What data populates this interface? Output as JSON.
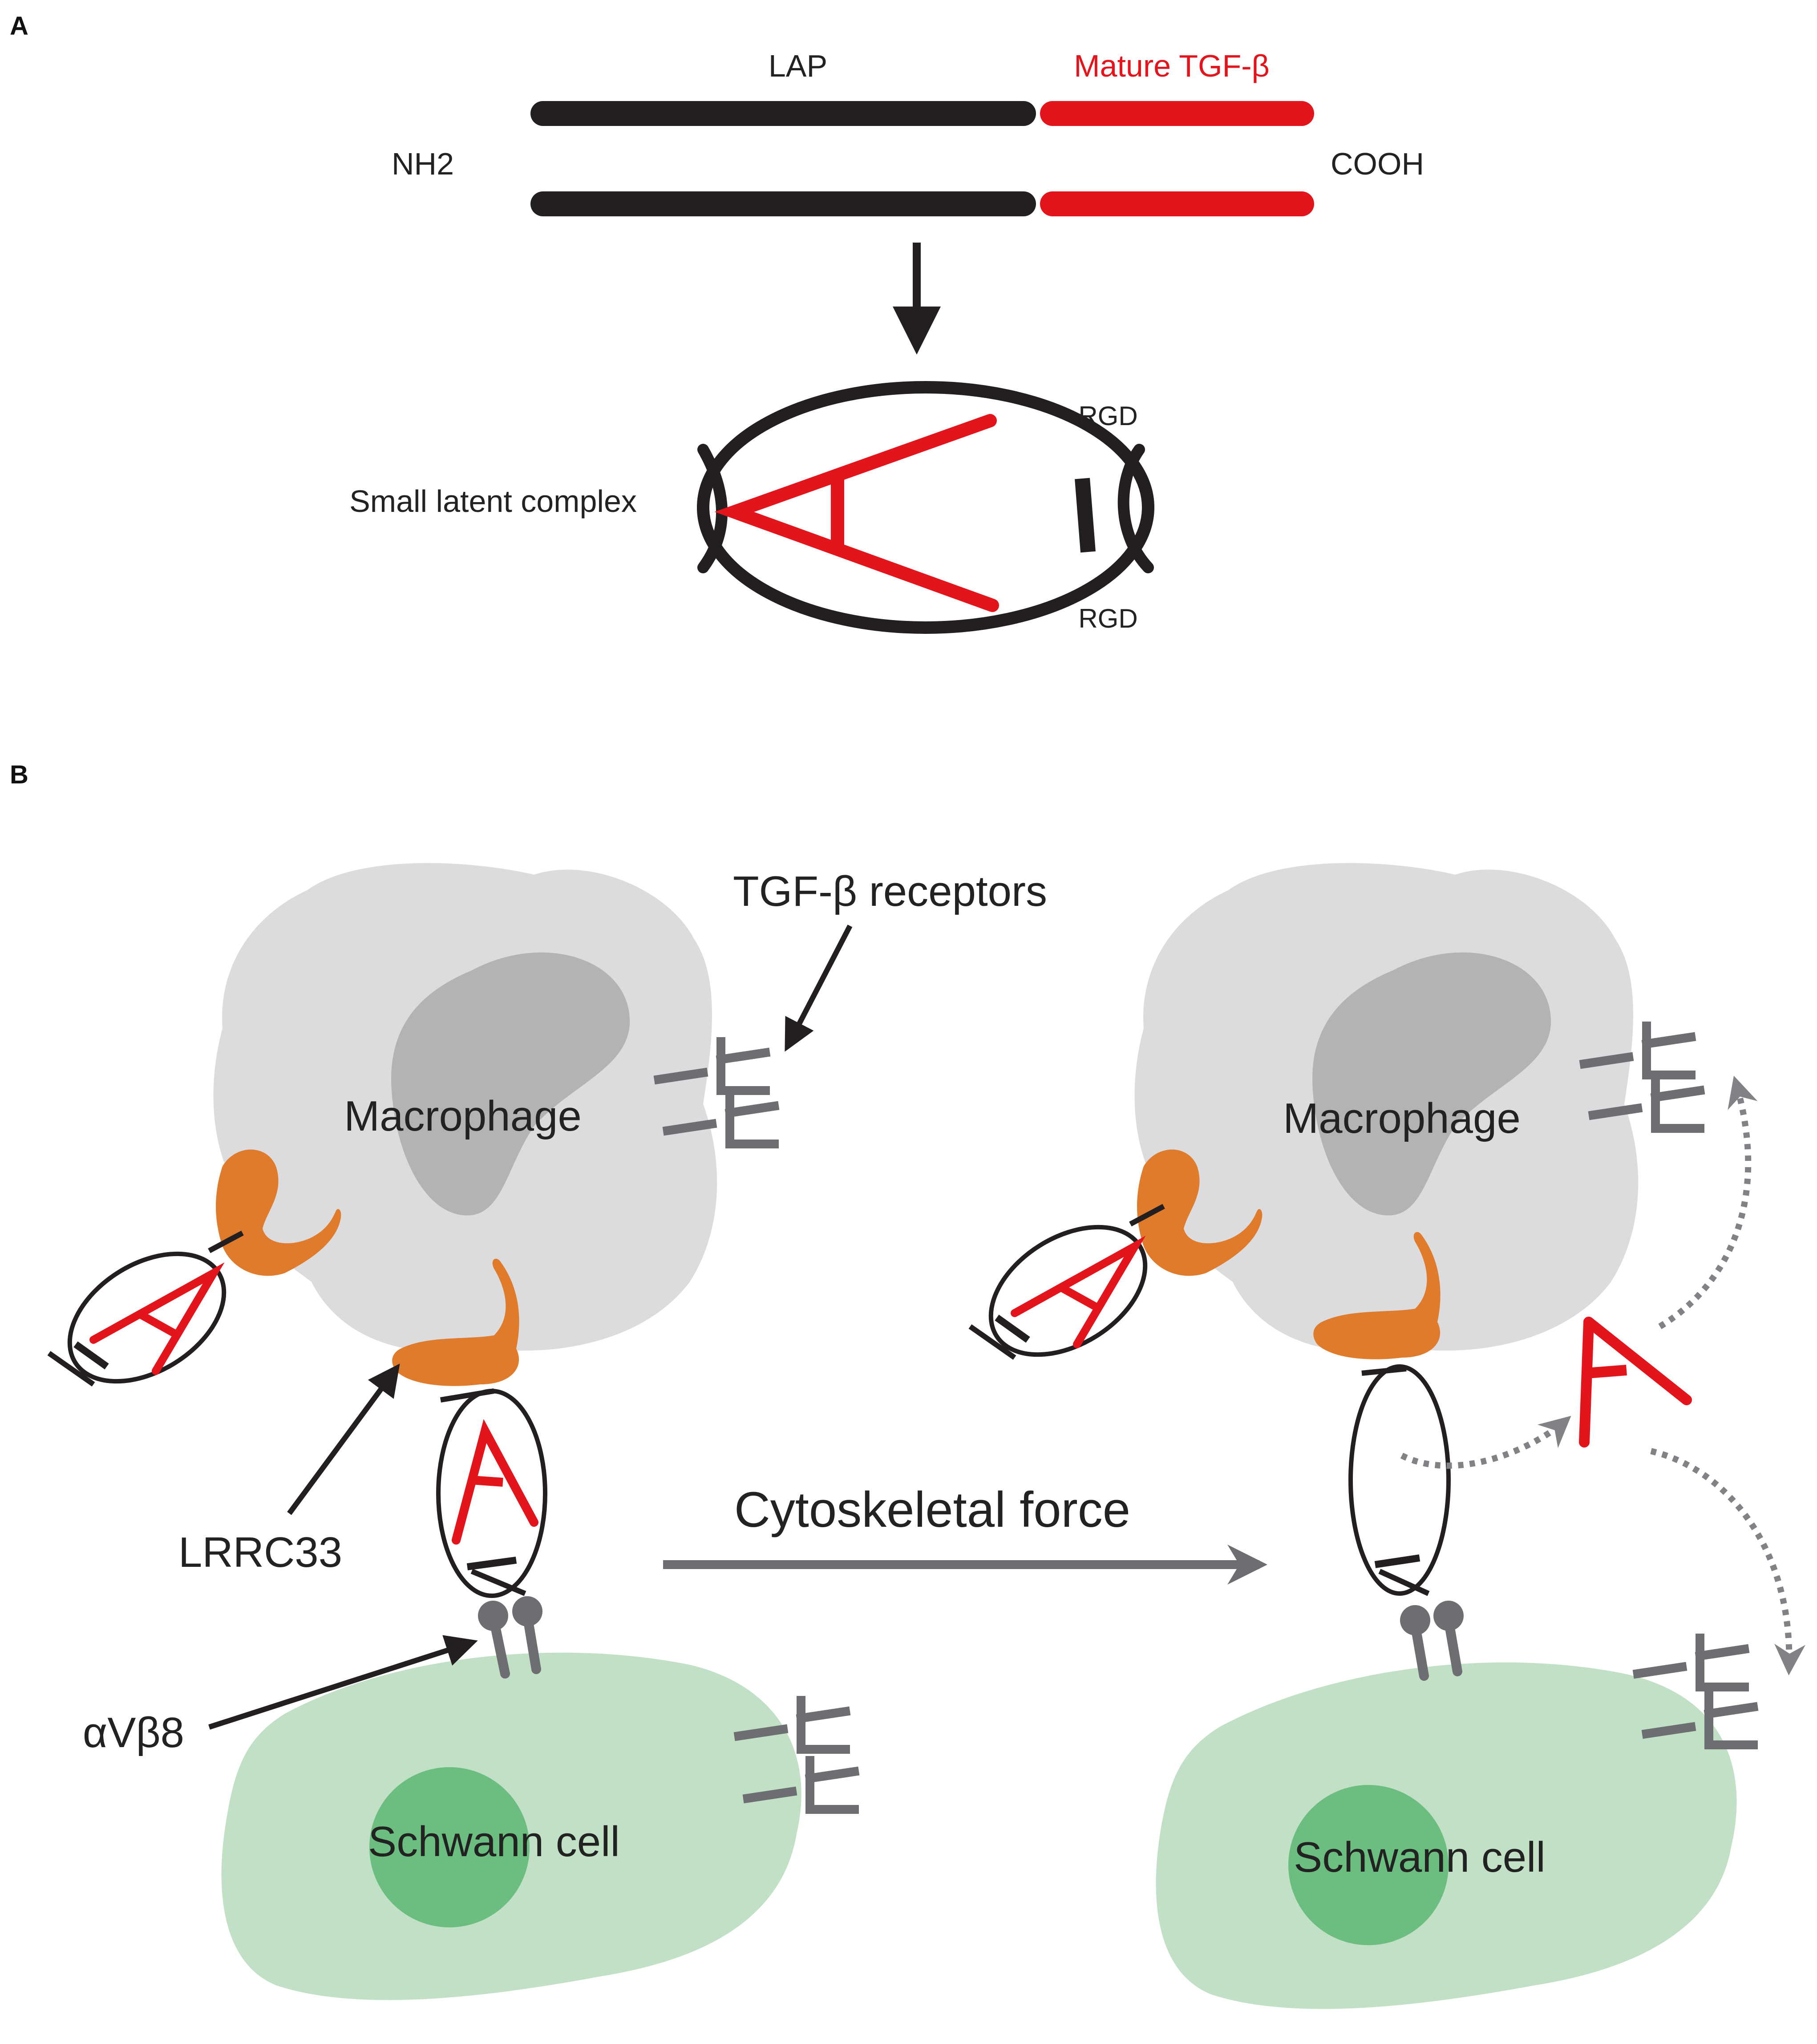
{
  "panel_a": {
    "letter": "A",
    "lap_label": "LAP",
    "mature_label": "Mature TGF-β",
    "nh2_label": "NH2",
    "cooh_label": "COOH",
    "rgd_top": "RGD",
    "rgd_bottom": "RGD",
    "complex_label": "Small latent complex"
  },
  "panel_b": {
    "letter": "B",
    "receptors_label": "TGF-β receptors",
    "macrophage_left": "Macrophage",
    "macrophage_right": "Macrophage",
    "lrrc33_label": "LRRC33",
    "integrin_label": "αVβ8",
    "force_label": "Cytoskeletal force",
    "schwann_left": "Schwann cell",
    "schwann_right": "Schwann cell"
  },
  "colors": {
    "lap": "#231f20",
    "mature_tgf": "#e3141b",
    "macrophage": "#dcdcde",
    "nucleus_macrophage": "#b3b3b6",
    "lrrc33": "#e07b2c",
    "schwann": "#c2e0c6",
    "nucleus_schwann": "#6bbd80",
    "receptor": "#6d6e71",
    "force_arrow": "#6d6e71"
  }
}
